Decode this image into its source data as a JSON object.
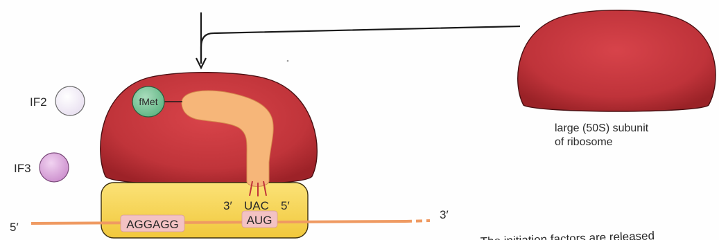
{
  "labels": {
    "if2": "IF2",
    "if3": "IF3",
    "fmet": "fMet",
    "anticodon_3prime": "3′",
    "anticodon": "UAC",
    "anticodon_5prime": "5′",
    "shine_dalgarno": "AGGAGG",
    "start_codon": "AUG",
    "mrna_5prime": "5′",
    "mrna_3prime": "3′",
    "large_subunit_line1": "large (50S) subunit",
    "large_subunit_line2": "of ribosome",
    "caption_partial": "The initiation factors are released"
  },
  "colors": {
    "large_subunit_red": "#c0343a",
    "small_subunit_yellow": "#f6d24a",
    "trna_orange": "#f6b679",
    "mrna_orange": "#ef9a62",
    "codon_pink": "#f3c2c3",
    "fmet_green": "#7cc79c",
    "if2_lavender": "#f4eef8",
    "if3_pink": "#e0aee0",
    "arrow_black": "#1a1a1a"
  }
}
